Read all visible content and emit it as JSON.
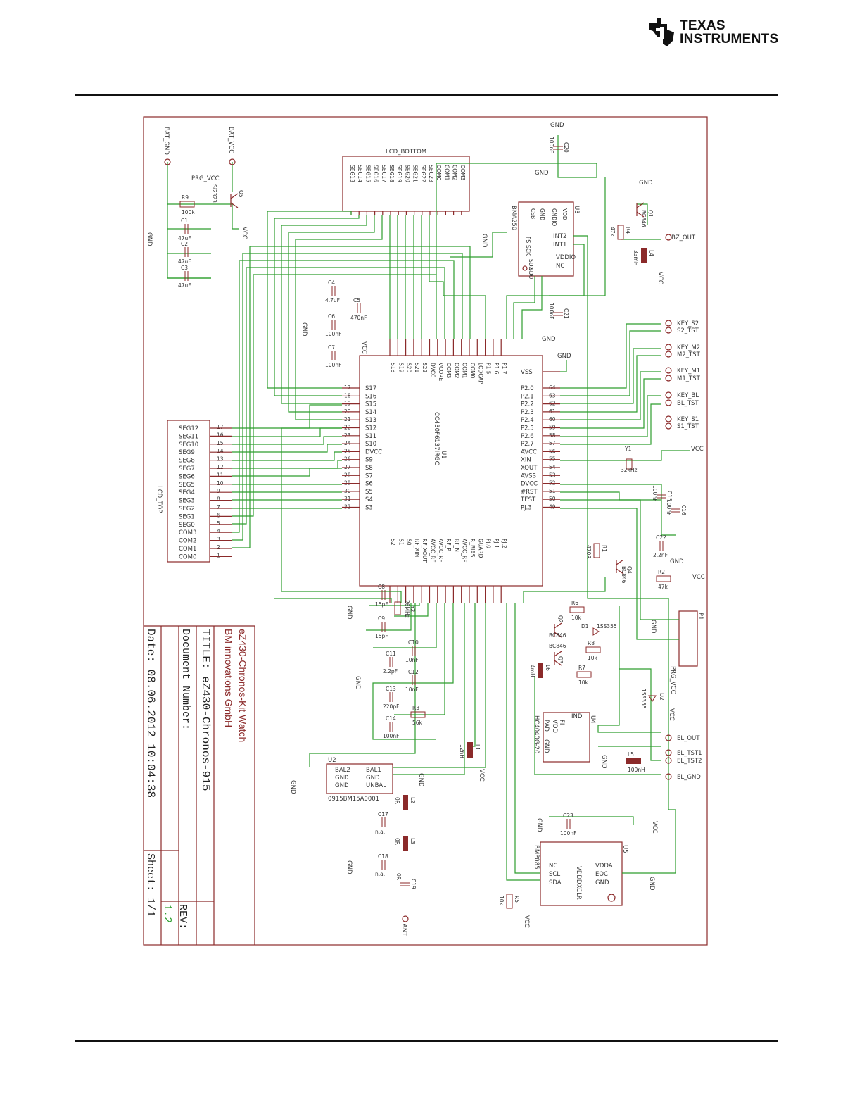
{
  "header": {
    "logo_line1": "TEXAS",
    "logo_line2": "INSTRUMENTS",
    "logo_icon": "ti-logo-icon"
  },
  "title_block": {
    "project": "eZ430-Chronos-Kit Watch",
    "company": "BM innovations GmbH",
    "title": "TITLE:  eZ430-Chronos-915",
    "document_number": "Document Number:",
    "date": "Date: 08.06.2012 10:04:38",
    "sheet": "Sheet: 1/1",
    "rev_label": "REV:",
    "rev_value": "1.2"
  },
  "connectors": {
    "lcd_bottom": "LCD_BOTTOM",
    "lcd_top": "LCD_TOP",
    "lcd_top_pins": [
      "SEG12",
      "SEG11",
      "SEG10",
      "SEG9",
      "SEG8",
      "SEG7",
      "SEG6",
      "SEG5",
      "SEG4",
      "SEG3",
      "SEG2",
      "SEG1",
      "SEG0",
      "COM3",
      "COM2",
      "COM1",
      "COM0"
    ],
    "lcd_top_nums": [
      "17",
      "16",
      "15",
      "14",
      "13",
      "12",
      "11",
      "10",
      "9",
      "8",
      "7",
      "6",
      "5",
      "4",
      "3",
      "2",
      "1"
    ],
    "lcd_bottom_pins": [
      "SEG13",
      "SEG14",
      "SEG15",
      "SEG16",
      "SEG17",
      "SEG18",
      "SEG19",
      "SEG20",
      "SEG21",
      "SEG22",
      "SEG23",
      "COM0",
      "COM1",
      "COM2",
      "COM3"
    ]
  },
  "u1": {
    "ref": "U1",
    "part": "CC430F6137IRGC",
    "left_pins": [
      "S17",
      "S16",
      "S15",
      "S14",
      "S13",
      "S12",
      "S11",
      "S10",
      "DVCC",
      "S9",
      "S8",
      "S7",
      "S6",
      "S5",
      "S4",
      "S3"
    ],
    "left_nums": [
      "17",
      "18",
      "19",
      "20",
      "21",
      "22",
      "23",
      "24",
      "25",
      "26",
      "27",
      "28",
      "29",
      "30",
      "31",
      "32"
    ],
    "right_pins": [
      "VSS",
      "P2.0",
      "P2.1",
      "P2.2",
      "P2.3",
      "P2.4",
      "P2.5",
      "P2.6",
      "P2.7",
      "AVCC",
      "XIN",
      "XOUT",
      "AVSS",
      "DVCC",
      "#RST",
      "TEST",
      "PJ.3"
    ],
    "right_nums": [
      "",
      "64",
      "63",
      "62",
      "61",
      "60",
      "59",
      "58",
      "57",
      "56",
      "55",
      "54",
      "53",
      "52",
      "51",
      "50",
      "49"
    ],
    "top_pins": [
      "S18",
      "S19",
      "S20",
      "S21",
      "S22",
      "DVCC",
      "VCORE",
      "COM3",
      "COM2",
      "COM1",
      "COM0",
      "LCDCAP",
      "P1.5",
      "P1.6",
      "P1.7"
    ],
    "bottom_pins": [
      "S2",
      "S1",
      "S0",
      "RF_XIN",
      "RF_XOUT",
      "AVCC_RF",
      "AVCC_RF",
      "RF_P",
      "RF_N",
      "AVCC_RF",
      "R_BIAS",
      "GUARD",
      "PJ.0",
      "PJ.1",
      "PJ.2"
    ]
  },
  "components": {
    "u3": "U3",
    "u3_part": "BMA250",
    "u3_left": [
      "VDD",
      "GNDIO",
      "GND",
      "CSB",
      "PS",
      "SCK",
      "SDX",
      "SDO"
    ],
    "u3_right": [
      "INT2",
      "INT1",
      "VDDIO",
      "NC"
    ],
    "u2": "U2",
    "u2_part": "0915BM15A0001",
    "u2_pins": [
      "BAL2",
      "GND",
      "GND",
      "BAL1",
      "GND",
      "UNBAL"
    ],
    "u4": "U4",
    "u4_part": "HC4040G-20",
    "u4_pins": [
      "FI",
      "VDD",
      "PAD",
      "GND",
      "IND"
    ],
    "u5": "U5",
    "u5_part": "BMP085",
    "u5_pins": [
      "NC",
      "SCL",
      "SDA",
      "VDDD",
      "XCLR",
      "VDDA",
      "EOC",
      "GND"
    ],
    "q1": "Q1",
    "q1_part": "BC846",
    "q2": "Q2",
    "q3": "Q3",
    "q_part": "BC846",
    "q4": "Q4",
    "q4_part": "BC846",
    "q5": "Q5",
    "q5_part": "Si2323",
    "y1": "Y1",
    "y1_val": "32kHz",
    "y2": "Y2",
    "y2_val": "26MHz",
    "d1": "D1",
    "d1_part": "1SS355",
    "d2": "D2",
    "d2_part": "1SS355",
    "caps": [
      {
        "ref": "C1",
        "val": "47uF"
      },
      {
        "ref": "C2",
        "val": "47uF"
      },
      {
        "ref": "C3",
        "val": "47uF"
      },
      {
        "ref": "C4",
        "val": "4.7uF"
      },
      {
        "ref": "C5",
        "val": "470nF"
      },
      {
        "ref": "C6",
        "val": "100nF"
      },
      {
        "ref": "C7",
        "val": "100nF"
      },
      {
        "ref": "C8",
        "val": "15pF"
      },
      {
        "ref": "C9",
        "val": "15pF"
      },
      {
        "ref": "C10",
        "val": "10nF"
      },
      {
        "ref": "C11",
        "val": "2.2pF"
      },
      {
        "ref": "C12",
        "val": "10nF"
      },
      {
        "ref": "C13",
        "val": "220pF"
      },
      {
        "ref": "C14",
        "val": "100nF"
      },
      {
        "ref": "C15",
        "val": "100nF"
      },
      {
        "ref": "C16",
        "val": "100nF"
      },
      {
        "ref": "C17",
        "val": "n.a."
      },
      {
        "ref": "C18",
        "val": "n.a."
      },
      {
        "ref": "C19",
        "val": "0R"
      },
      {
        "ref": "C20",
        "val": "100nF"
      },
      {
        "ref": "C21",
        "val": "100nF"
      },
      {
        "ref": "C22",
        "val": "2.2nF"
      },
      {
        "ref": "C23",
        "val": "100nF"
      }
    ],
    "res": [
      {
        "ref": "R1",
        "val": "470R"
      },
      {
        "ref": "R2",
        "val": "47k"
      },
      {
        "ref": "R3",
        "val": "56k"
      },
      {
        "ref": "R4",
        "val": "47k"
      },
      {
        "ref": "R5",
        "val": "10k"
      },
      {
        "ref": "R6",
        "val": "10k"
      },
      {
        "ref": "R7",
        "val": "10k"
      },
      {
        "ref": "R8",
        "val": "10k"
      },
      {
        "ref": "R9",
        "val": "100k"
      }
    ],
    "inductors": [
      {
        "ref": "L1",
        "val": "12nH"
      },
      {
        "ref": "L2",
        "val": "0R"
      },
      {
        "ref": "L3",
        "val": "0R"
      },
      {
        "ref": "L4",
        "val": "33mH"
      },
      {
        "ref": "L5",
        "val": "100nH"
      },
      {
        "ref": "L6",
        "val": "4mH"
      }
    ],
    "p1": "P1"
  },
  "nets": {
    "gnd": "GND",
    "vcc": "VCC",
    "prg_vcc": "PRG_VCC",
    "bat_gnd": "BAT_GND",
    "bat_vcc": "BAT_VCC",
    "bz_out": "BZ_OUT",
    "keys": [
      "KEY_S2",
      "S2_TST",
      "KEY_M2",
      "M2_TST",
      "KEY_M1",
      "M1_TST",
      "KEY_BL",
      "BL_TST",
      "KEY_S1",
      "S1_TST"
    ],
    "el": [
      "EL_OUT",
      "EL_TST1",
      "EL_TST2",
      "EL_GND"
    ],
    "ant": "ANT"
  }
}
